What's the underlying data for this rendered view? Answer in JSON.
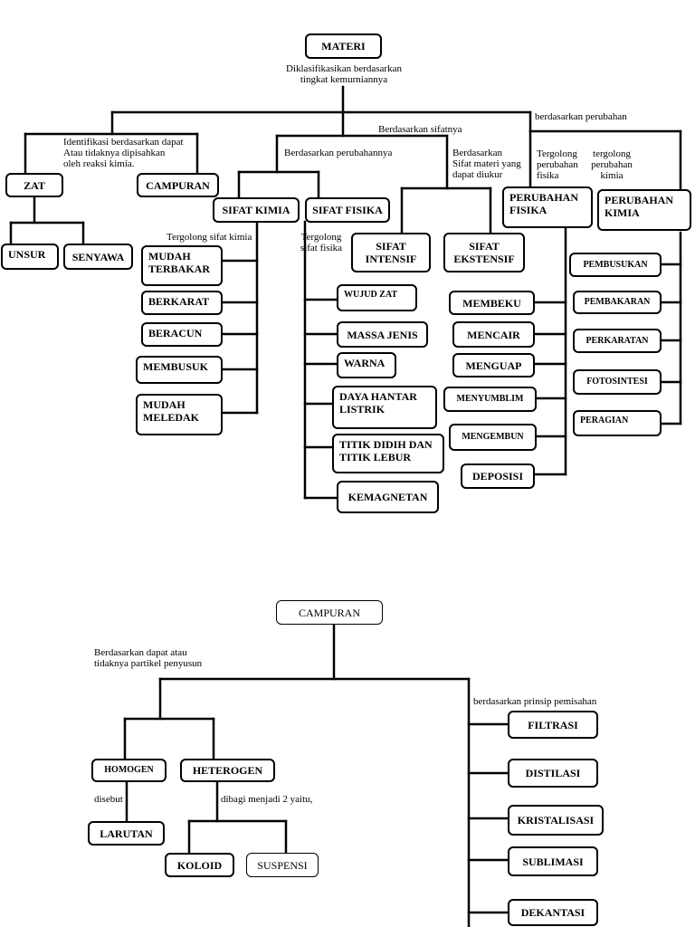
{
  "diagram1": {
    "root": "MATERI",
    "root_note": "Diklasifikasikan berdasarkan\ntingkat kemurniannya",
    "labels": {
      "sifat": "Berdasarkan sifatnya",
      "perubahan": "berdasarkan perubahan",
      "identifikasi": "Identifikasi berdasarkan dapat\nAtau tidaknya dipisahkan\noleh reaksi kimia.",
      "berdasarkan_perubahannya": "Berdasarkan perubahannya",
      "sifat_diukur": "Berdasarkan\nSifat materi yang\ndapat diukur",
      "tergolong_fisika": "Tergolong\nperubahan\nfisika",
      "tergolong_kimia": "tergolong\nperubahan\nkimia",
      "tergolong_sifat_kimia": "Tergolong sifat kimia",
      "tergolong_sifat_fisika": "Tergolong\nsifat fisika"
    },
    "nodes": {
      "zat": "ZAT",
      "campuran": "CAMPURAN",
      "unsur": "UNSUR",
      "senyawa": "SENYAWA",
      "sifat_kimia": "SIFAT KIMIA",
      "sifat_fisika": "SIFAT FISIKA",
      "sifat_intensif": "SIFAT\nINTENSIF",
      "sifat_ekstensif": "SIFAT\nEKSTENSIF",
      "perubahan_fisika": "PERUBAHAN\nFISIKA",
      "perubahan_kimia": "PERUBAHAN\nKIMIA"
    },
    "kimia_items": [
      "MUDAH\nTERBAKAR",
      "BERKARAT",
      "BERACUN",
      "MEMBUSUK",
      "MUDAH\nMELEDAK"
    ],
    "fisika_items": [
      "WUJUD ZAT",
      "MASSA JENIS",
      "WARNA",
      "DAYA HANTAR\nLISTRIK",
      "TITIK DIDIH DAN\nTITIK LEBUR",
      "KEMAGNETAN"
    ],
    "perubahan_fisika_items": [
      "MEMBEKU",
      "MENCAIR",
      "MENGUAP",
      "MENYUMBLIM",
      "MENGEMBUN",
      "DEPOSISI"
    ],
    "perubahan_kimia_items": [
      "PEMBUSUKAN",
      "PEMBAKARAN",
      "PERKARATAN",
      "FOTOSINTESI",
      "PERAGIAN"
    ]
  },
  "diagram2": {
    "root": "CAMPURAN",
    "label_partikel": "Berdasarkan dapat atau\ntidaknya partikel penyusun",
    "label_prinsip": "berdasarkan prinsip pemisahan",
    "homogen": "HOMOGEN",
    "heterogen": "HETEROGEN",
    "disebut": "disebut",
    "dibagi": "dibagi menjadi 2 yaitu,",
    "larutan": "LARUTAN",
    "koloid": "KOLOID",
    "suspensi": "SUSPENSI",
    "pemisahan_items": [
      "FILTRASI",
      "DISTILASI",
      "KRISTALISASI",
      "SUBLIMASI",
      "DEKANTASI"
    ]
  }
}
